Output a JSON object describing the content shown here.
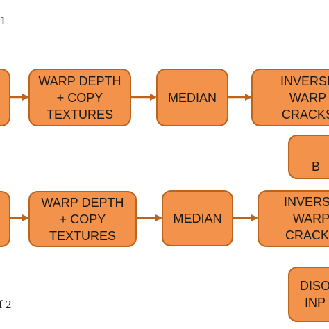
{
  "labels": {
    "top_fragment": "1",
    "bottom_fragment": "f 2"
  },
  "row1": {
    "warp": "WARP DEPTH\n+ COPY\nTEXTURES",
    "median": "MEDIAN",
    "inverse": "INVERSE\nWARP\nCRACKS",
    "extra": "B"
  },
  "row2": {
    "warp": "WARP DEPTH\n+ COPY\nTEXTURES",
    "median": "MEDIAN",
    "inverse": "INVERSE\nWARP\nCRACKS",
    "extra": "DISO\nINP"
  },
  "colors": {
    "box_fill": "#f3924a",
    "box_border": "#b9651f",
    "arrow": "#b9651f"
  }
}
